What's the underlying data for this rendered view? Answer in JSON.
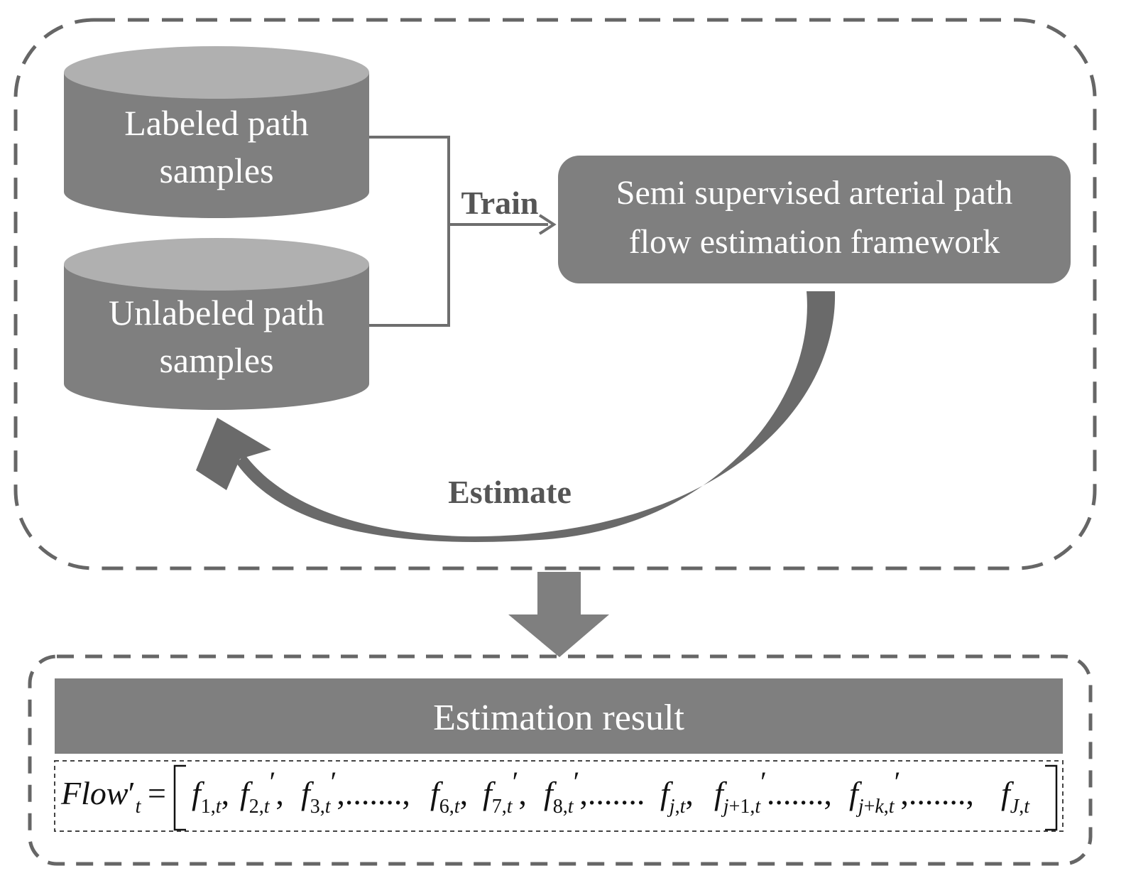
{
  "databases": {
    "labeled": {
      "line1": "Labeled path",
      "line2": "samples"
    },
    "unlabeled": {
      "line1": "Unlabeled path",
      "line2": "samples"
    }
  },
  "edges": {
    "train": "Train",
    "estimate": "Estimate"
  },
  "framework": {
    "line1": "Semi supervised arterial path",
    "line2": "flow estimation framework"
  },
  "result": {
    "title": "Estimation result",
    "formula_plain": "Flow'_t = [ f_{1,t}, f_{2,t}', f_{3,t}', ......, f_{6,t}, f_{7,t}', f_{8,t}', ......f_{j,t}, f_{j+1,t}' ......, f_{j+k,t}', ......, f_{J,t} ]"
  },
  "colors": {
    "box_fill": "#7f7f7f",
    "dash_stroke": "#666666",
    "line_stroke": "#6e6e6e",
    "text_on_dark": "#ffffff",
    "label_text": "#555555"
  }
}
